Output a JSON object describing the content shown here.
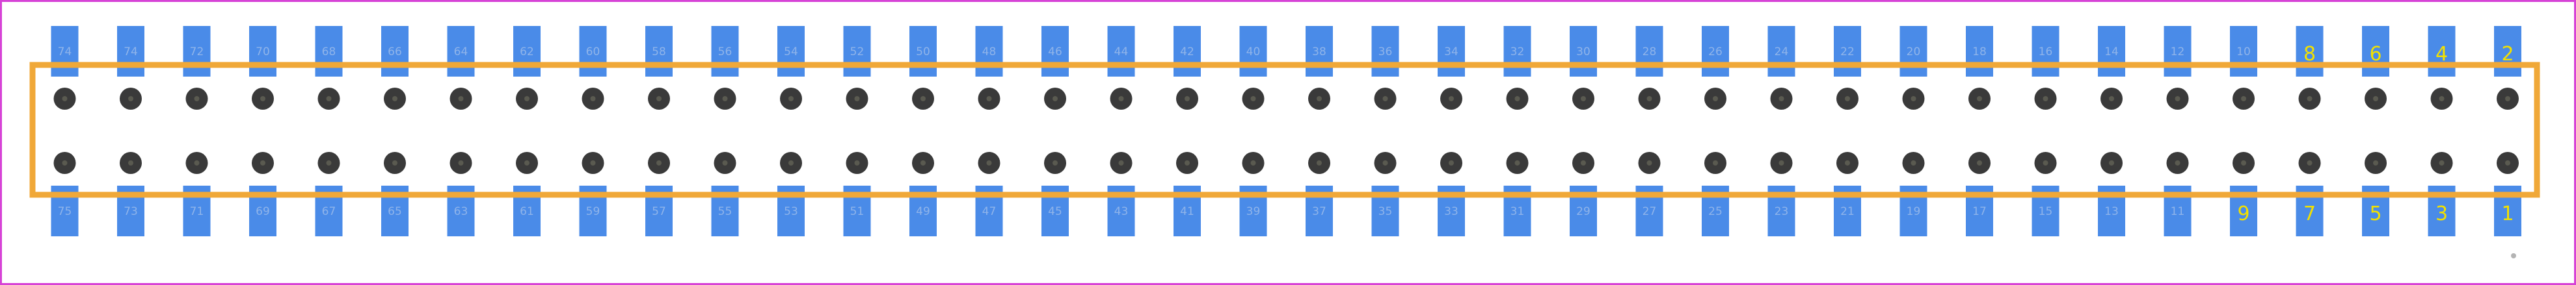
{
  "footprint": {
    "pins_top": [
      "74",
      "74",
      "72",
      "70",
      "68",
      "66",
      "64",
      "62",
      "60",
      "58",
      "56",
      "54",
      "52",
      "50",
      "48",
      "46",
      "44",
      "42",
      "40",
      "38",
      "36",
      "34",
      "32",
      "30",
      "28",
      "26",
      "24",
      "22",
      "20",
      "18",
      "16",
      "14",
      "12",
      "10",
      "8",
      "6",
      "4",
      "2"
    ],
    "pins_bottom": [
      "75",
      "73",
      "71",
      "69",
      "67",
      "65",
      "63",
      "61",
      "59",
      "57",
      "55",
      "53",
      "51",
      "49",
      "47",
      "45",
      "43",
      "41",
      "39",
      "37",
      "35",
      "33",
      "31",
      "29",
      "27",
      "25",
      "23",
      "21",
      "19",
      "17",
      "15",
      "13",
      "11",
      "9",
      "7",
      "5",
      "3",
      "1"
    ],
    "large_label_pins": [
      "8",
      "6",
      "4",
      "2",
      "9",
      "7",
      "5",
      "3",
      "1"
    ],
    "holes_per_row": 38,
    "colors": {
      "border": "#d642d6",
      "outline": "#f0a838",
      "pad": "#4a8be8",
      "pad_label": "#8fb4ea",
      "pad_label_highlight": "#f2e000",
      "hole": "#3a3a3a",
      "origin_marker": "#b4b4b4"
    }
  }
}
